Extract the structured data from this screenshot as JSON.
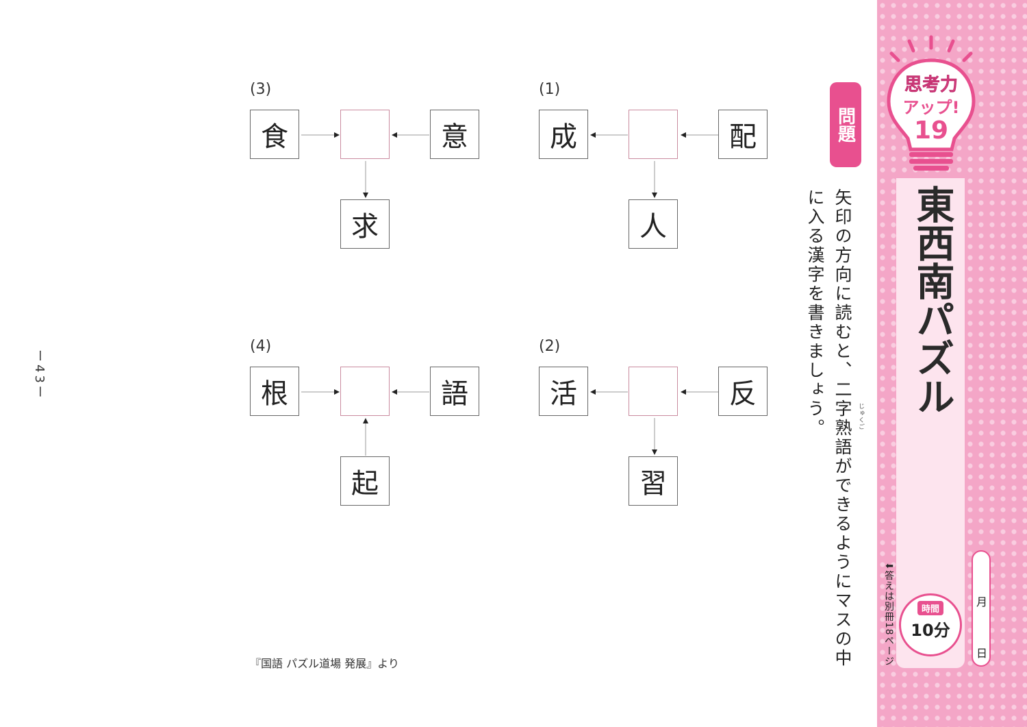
{
  "page_number": "ー43ー",
  "source": "『国語 パズル道場 発展』より",
  "section_label": "問題",
  "instruction": "矢印の方向に読むと、二字熟語ができるようにマスの中に入る漢字を書きましょう。",
  "ruby": "じゅくご",
  "sidebar": {
    "badge_line1": "思考力",
    "badge_line2": "アップ!",
    "badge_number": "19",
    "title": "東西南パズル",
    "answer_ref": "答えは別冊18ページ",
    "timer_label": "時間",
    "timer_value": "10分",
    "month_label": "月",
    "day_label": "日"
  },
  "puzzles": [
    {
      "label": "(1)",
      "left": "成",
      "right": "配",
      "bottom": "人"
    },
    {
      "label": "(2)",
      "left": "活",
      "right": "反",
      "bottom": "習"
    },
    {
      "label": "(3)",
      "left": "食",
      "right": "意",
      "bottom": "求"
    },
    {
      "label": "(4)",
      "left": "根",
      "right": "語",
      "bottom": "起"
    }
  ],
  "colors": {
    "accent": "#e8508f",
    "sidebar_bg": "#f4a6c7",
    "panel_bg": "#fde4ee"
  }
}
